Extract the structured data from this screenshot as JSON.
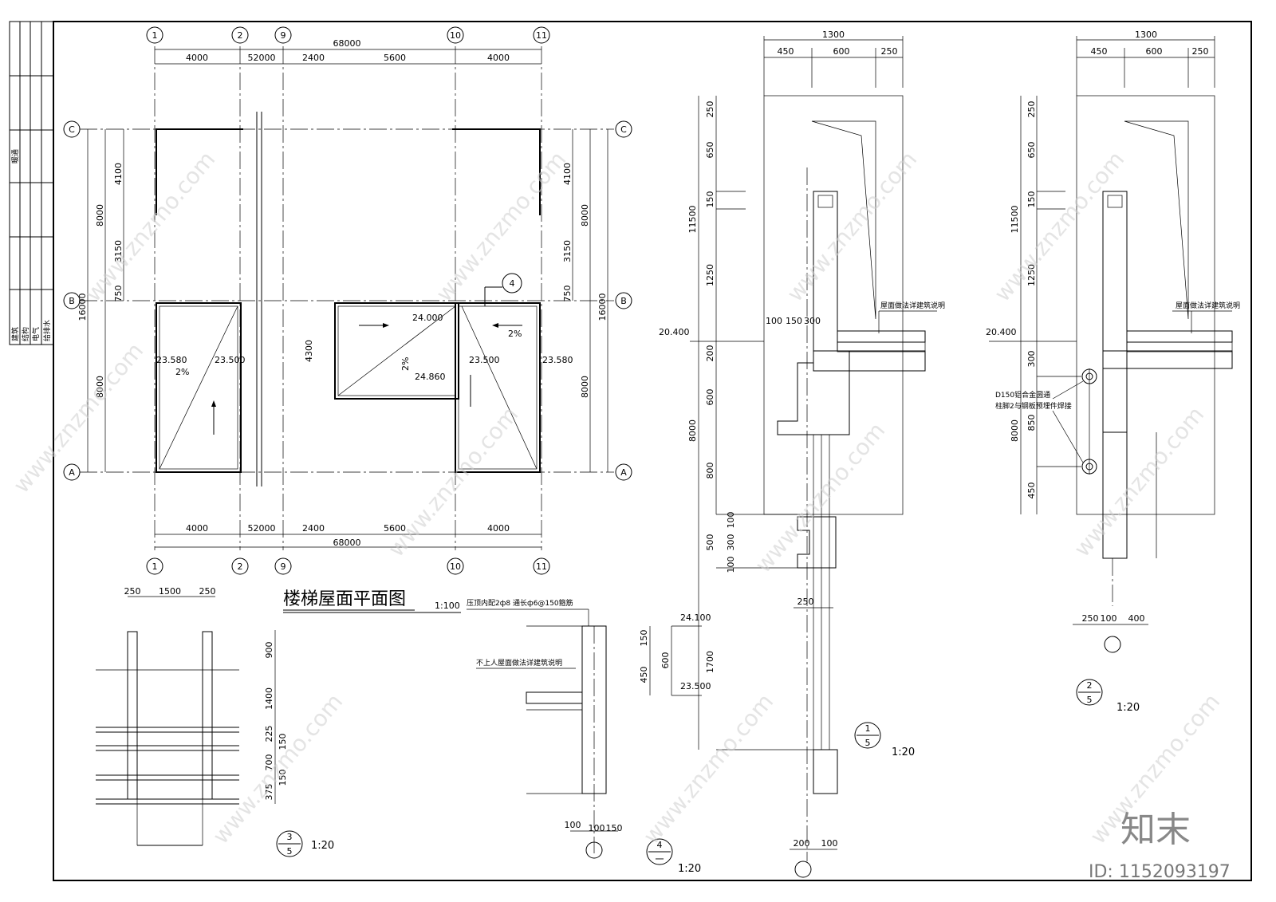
{
  "title_block": {
    "row_hvac": "暖通",
    "row_arch": "建筑",
    "row_struct": "结构",
    "row_elec": "电气",
    "row_water": "给排水"
  },
  "plan": {
    "title": "楼梯屋面平面图",
    "scale": "1:100",
    "axes_x": [
      "1",
      "2",
      "9",
      "10",
      "11"
    ],
    "axes_y": [
      "C",
      "B",
      "A"
    ],
    "dim_top_total": "68000",
    "dim_top_segments": [
      "4000",
      "52000",
      "2400",
      "5600",
      "4000"
    ],
    "dim_bottom_total": "68000",
    "dim_bottom_segments": [
      "4000",
      "52000",
      "2400",
      "5600",
      "4000"
    ],
    "dim_left_total": "16000",
    "dim_left_8000a": "8000",
    "dim_left_8000b": "8000",
    "dim_left_4100": "4100",
    "dim_left_3150": "3150",
    "dim_left_750": "750",
    "dim_right_total": "16000",
    "dim_right_8000a": "8000",
    "dim_right_8000b": "8000",
    "dim_right_4100": "4100",
    "dim_right_3150": "3150",
    "dim_right_750": "750",
    "dim_center_4300": "4300",
    "elev_24000": "24.000",
    "elev_24860": "24.860",
    "elev_23580_l": "23.580",
    "elev_23500_l": "23.500",
    "elev_23500_r": "23.500",
    "elev_23580_r": "23.580",
    "slope_2pct": "2%",
    "callout": "4"
  },
  "detail1": {
    "dim_top": "1300",
    "dim_top_segs": [
      "450",
      "600",
      "250"
    ],
    "dim_left_segs": [
      "250",
      "650",
      "150",
      "1250",
      "200",
      "600",
      "800",
      "100",
      "300",
      "100",
      "1700"
    ],
    "dim_left_11500": "11500",
    "dim_left_8000": "8000",
    "dim_left_500": "500",
    "dims_mid": [
      "100",
      "150",
      "300"
    ],
    "elev_20400": "20.400",
    "note_roof": "屋面做法详建筑说明",
    "dim_250": "250",
    "dim_bottom": [
      "200",
      "100"
    ],
    "label_num": "1",
    "label_den": "5",
    "scale": "1:20"
  },
  "detail2": {
    "dim_top": "1300",
    "dim_top_segs": [
      "450",
      "600",
      "250"
    ],
    "dim_left_segs": [
      "250",
      "650",
      "150",
      "1250",
      "300",
      "850",
      "450"
    ],
    "dim_left_11500": "11500",
    "dim_left_8000": "8000",
    "elev_20400": "20.400",
    "note_roof": "屋面做法详建筑说明",
    "note_pipe1": "D150铝合金圆通",
    "note_pipe2": "柱脚2与钢板预埋件焊接",
    "dim_bottom": [
      "250",
      "100",
      "400"
    ],
    "label_num": "2",
    "label_den": "5",
    "scale": "1:20"
  },
  "detail3": {
    "dim_top": [
      "250",
      "1500",
      "250"
    ],
    "dim_right": [
      "900",
      "1400",
      "225",
      "150",
      "700",
      "150",
      "375"
    ],
    "label_num": "3",
    "label_den": "5",
    "scale": "1:20"
  },
  "detail4": {
    "note1": "压顶内配2ф8 通长ф6@150箍筋",
    "note2": "不上人屋面做法详建筑说明",
    "dims_right": [
      "150",
      "450",
      "600"
    ],
    "elev_24100": "24.100",
    "elev_23500": "23.500",
    "dims_bottom": [
      "100",
      "100",
      "150"
    ],
    "label_num": "4",
    "label_den": "一",
    "scale": "1:20"
  },
  "watermark": {
    "text": "www.znzmo.com",
    "brand": "知末",
    "id": "ID: 1152093197"
  }
}
